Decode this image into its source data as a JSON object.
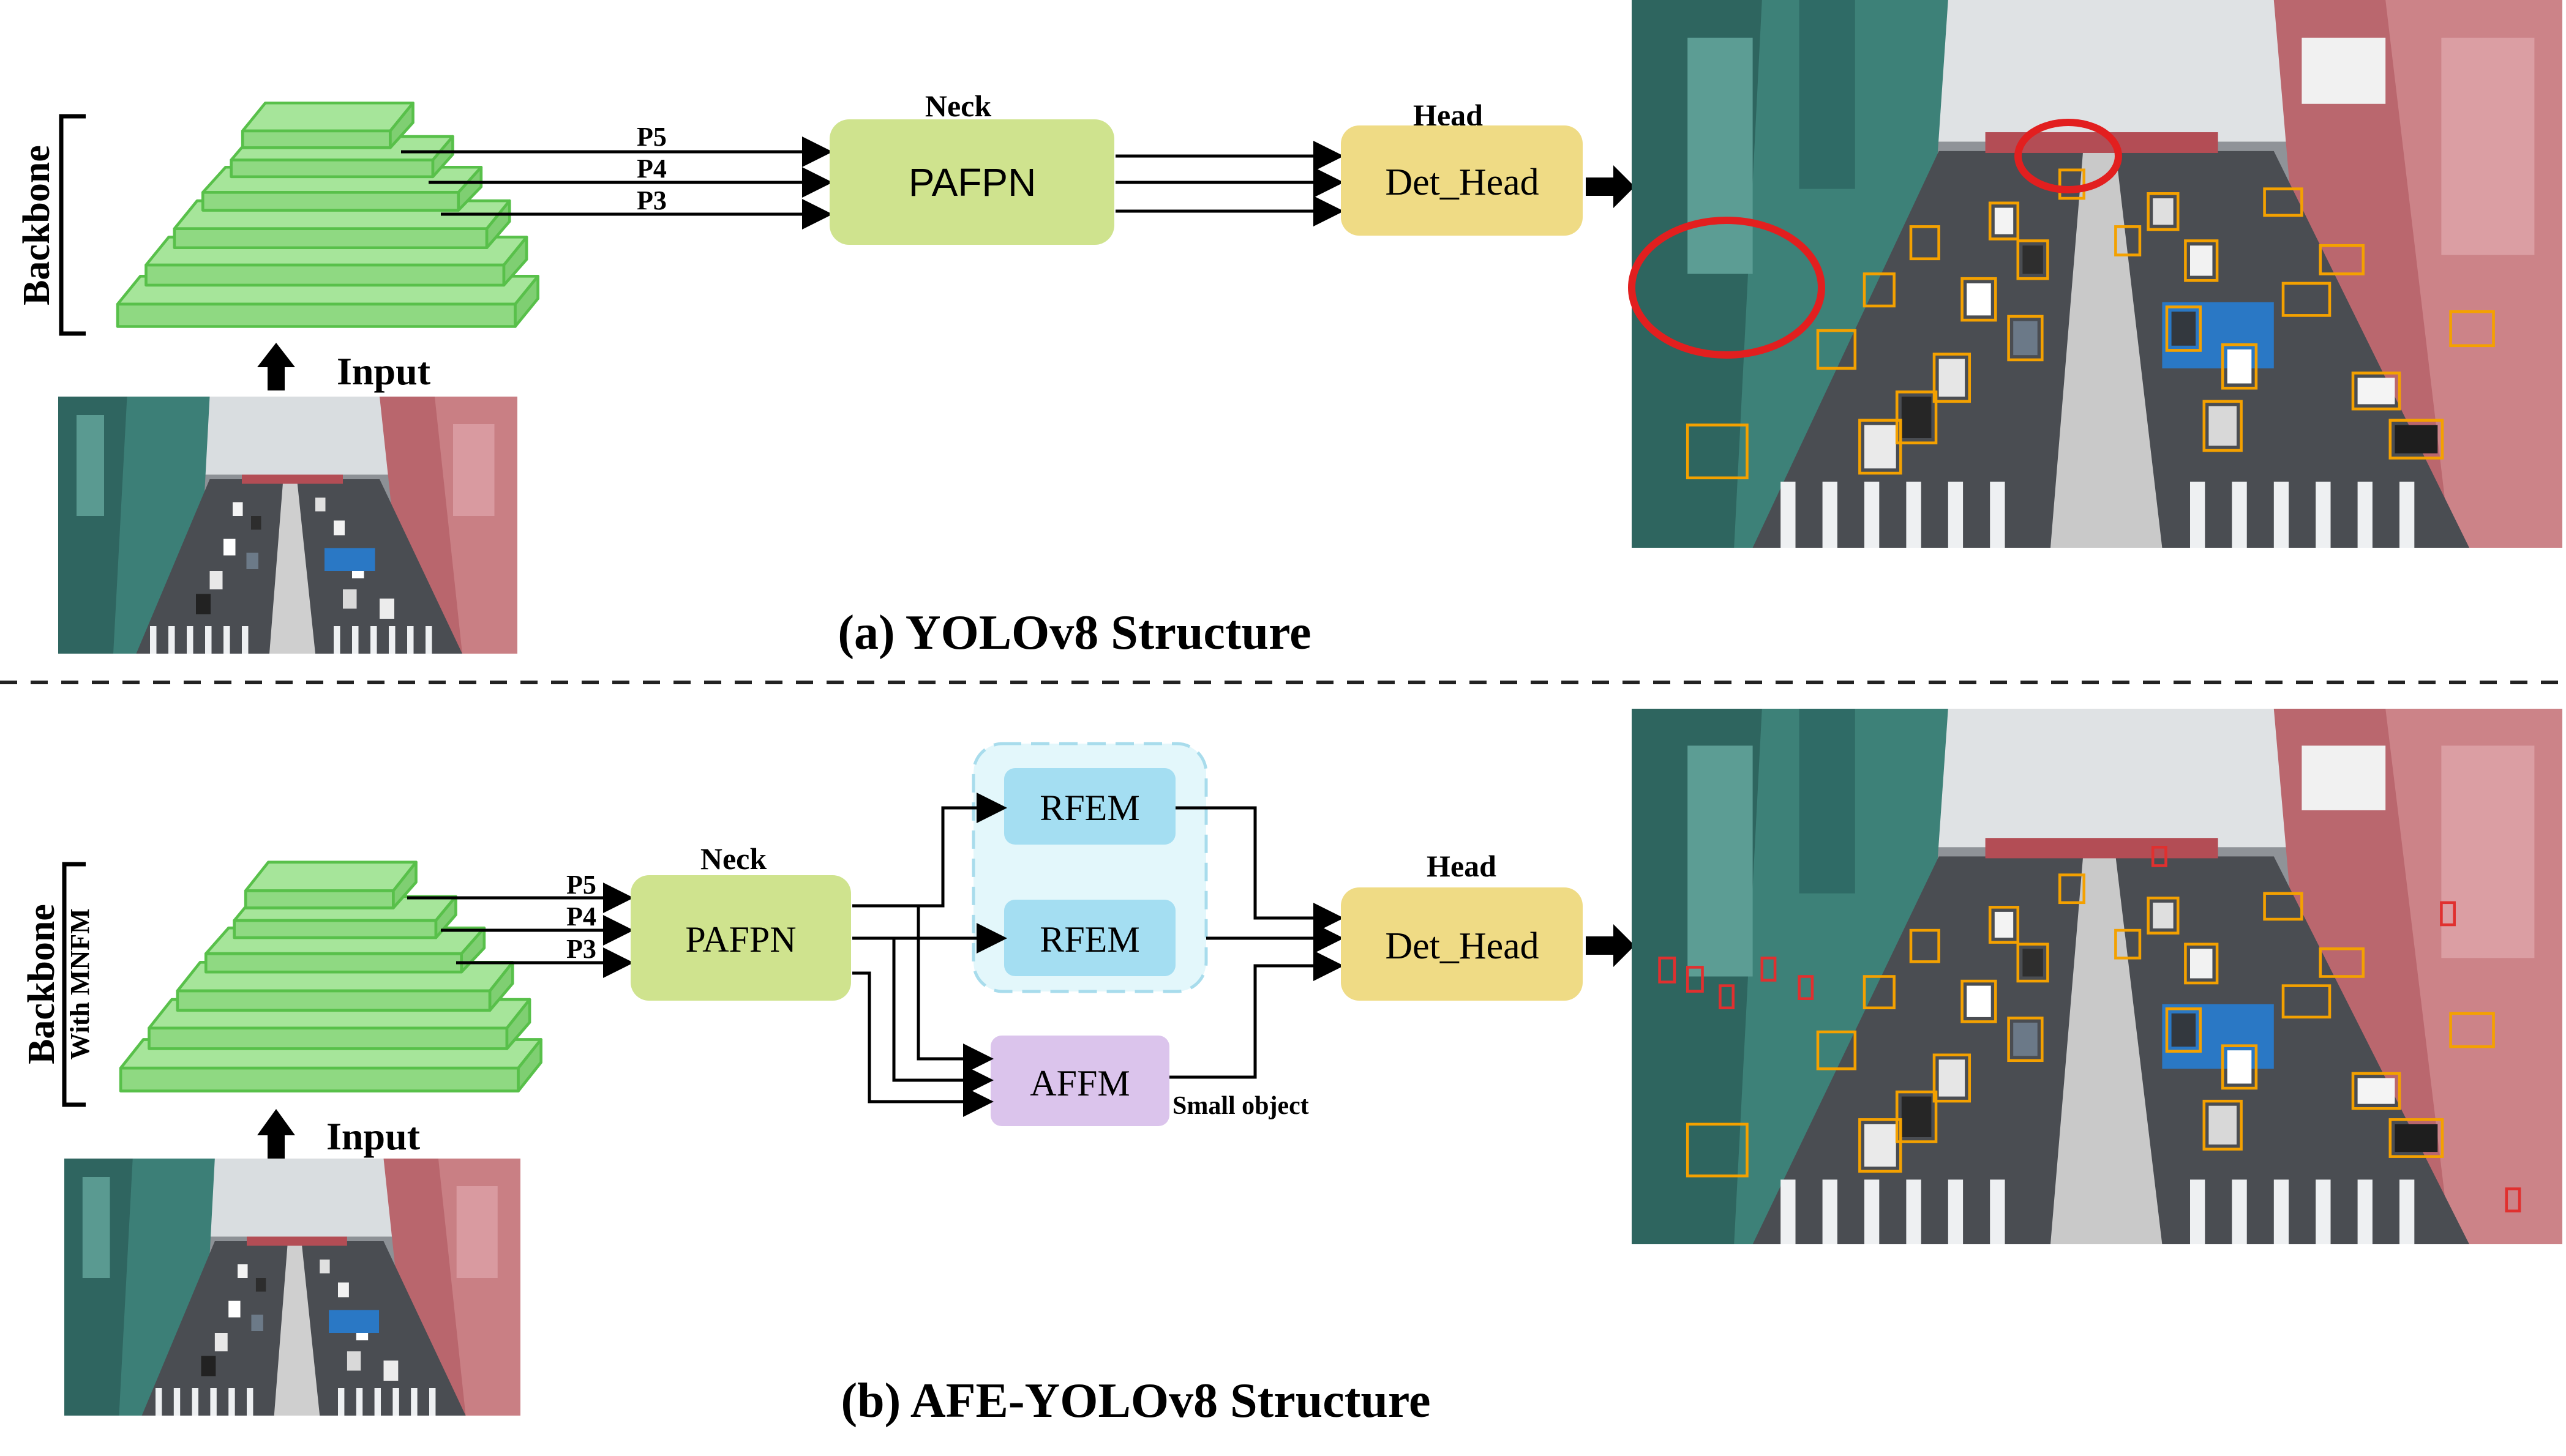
{
  "colors": {
    "layer_fill": "#a6e59a",
    "layer_stroke": "#58c04a",
    "neck_fill": "#cfe38e",
    "head_fill": "#efdb85",
    "rfem_fill": "#a4def2",
    "rfem_group_fill": "#e3f7fb",
    "rfem_group_stroke": "#a8dcec",
    "affm_fill": "#dbc4ec",
    "red_circle": "#e21f1f",
    "detection_box": "#f4a100",
    "small_box": "#e0302f",
    "road": "#4a4d52",
    "divider": "#222222"
  },
  "diagram_a": {
    "backbone_label": "Backbone",
    "input_label": "Input",
    "p5": "P5",
    "p4": "P4",
    "p3": "P3",
    "neck_title": "Neck",
    "neck_box": "PAFPN",
    "head_title": "Head",
    "head_box": "Det_Head",
    "caption": "(a) YOLOv8 Structure"
  },
  "diagram_b": {
    "backbone_label": "Backbone",
    "backbone_sublabel": "With MNFM",
    "input_label": "Input",
    "p5": "P5",
    "p4": "P4",
    "p3": "P3",
    "neck_title": "Neck",
    "neck_box": "PAFPN",
    "rfem_top": "RFEM",
    "rfem_bottom": "RFEM",
    "affm_box": "AFFM",
    "small_object_label": "Small object",
    "head_title": "Head",
    "head_box": "Det_Head",
    "caption": "(b) AFE-YOLOv8 Structure"
  },
  "images": {
    "input_image": "aerial-street-input-photo",
    "output_image": "aerial-street-detection-result-photo"
  }
}
